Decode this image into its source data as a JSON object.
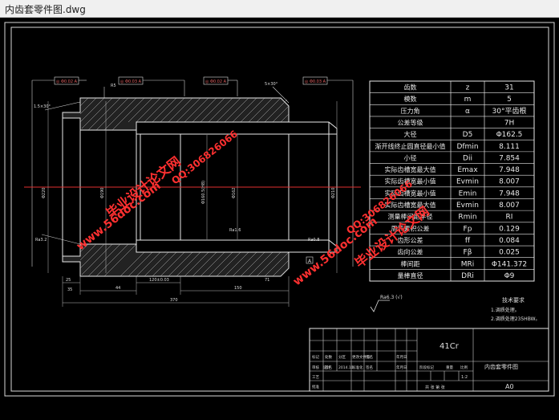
{
  "window": {
    "title": "内齿套零件图.dwg"
  },
  "gdt_frames": [
    "◎ Φ0.02 A",
    "◎ Φ0.03 A",
    "◎ Φ0.02 A",
    "◎ Φ0.03 A"
  ],
  "param_table": [
    [
      "齿数",
      "z",
      "31"
    ],
    [
      "模数",
      "m",
      "5"
    ],
    [
      "压力角",
      "α",
      "30°平齿根"
    ],
    [
      "公差等级",
      "",
      "7H"
    ],
    [
      "大径",
      "D5",
      "Φ162.5"
    ],
    [
      "渐开线终止圆直径最小值",
      "Dfmin",
      "8.111"
    ],
    [
      "小径",
      "Dii",
      "7.854"
    ],
    [
      "实际齿槽宽最大值",
      "Emax",
      "7.948"
    ],
    [
      "实际齿槽宽最小值",
      "Evmin",
      "8.007"
    ],
    [
      "实际齿槽宽最小值",
      "Emin",
      "7.948"
    ],
    [
      "实际齿槽宽最大值",
      "Evmin",
      "8.007"
    ],
    [
      "测量棒间距半径",
      "Rmin",
      "RI"
    ],
    [
      "周节累积公差",
      "Fp",
      "0.129"
    ],
    [
      "齿形公差",
      "ff",
      "0.084"
    ],
    [
      "齿向公差",
      "Fβ",
      "0.025"
    ],
    [
      "棒间距",
      "MRi",
      "Φ141.372"
    ],
    [
      "量棒直径",
      "DRi",
      "Φ9"
    ]
  ],
  "dimensions": {
    "left1": "25",
    "left2": "35",
    "mid1": "44",
    "mid2": "150",
    "right1": "71",
    "total": "370",
    "centre": "120±0.03",
    "diam_left": "Φ220",
    "diam_a": "Φ190",
    "diam_b": "Φ160.5(H8)",
    "diam_c": "Φ162",
    "diam_right": "Φ210",
    "chamfer1": "1.5×30°",
    "chamfer2": "5×30°",
    "radius": "R5",
    "datum": "A",
    "rough1": "Ra3.2",
    "rough2": "Ra1.6",
    "rough3": "Ra0.8"
  },
  "roughness_note": "Ra6.3  (√)",
  "tech_req": {
    "title": "技术要求",
    "items": [
      "1.调质处理。",
      "2.调质处理235HBW。"
    ]
  },
  "title_block": {
    "material": "41Cr",
    "part_name": "内齿套零件图",
    "drawing_no": "A0",
    "scale": "1:2",
    "labels": [
      "标记",
      "处数",
      "分区",
      "更改文件号",
      "签名",
      "年月日"
    ],
    "row_design": [
      "设计",
      "签名",
      "2014.10",
      "标准化",
      "签名",
      "年月日"
    ],
    "row_check": "审核",
    "row_process": "工艺",
    "row_approve": "批准",
    "stage": "阶段标记",
    "weight": "重量",
    "ratio": "比例",
    "sheets": "共  张   第  张"
  },
  "watermarks": [
    "毕业设计论文网",
    "www.56doc.com",
    "QQ:306826066"
  ]
}
